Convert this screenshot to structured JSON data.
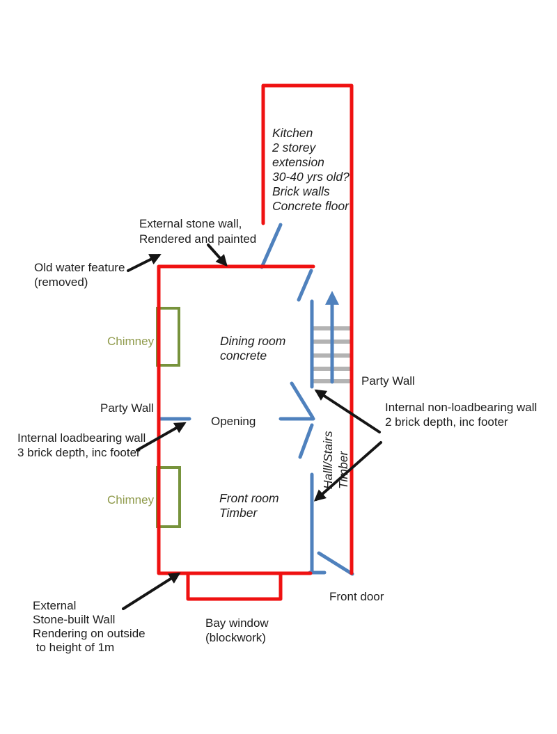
{
  "colors": {
    "background": "#ffffff",
    "wall_red": "#ef1111",
    "timber_blue": "#4f81bd",
    "chimney_green": "#77933c",
    "chimney_text": "#8f9a4b",
    "step_gray": "#b3b3b3",
    "arrow_black": "#151515",
    "text_black": "#1d1d1d"
  },
  "labels": {
    "kitchen_note": "Kitchen\n2 storey\nextension\n30-40 yrs old?\nBrick walls\nConcrete floor",
    "external_stone_wall": "External stone wall,\nRendered and painted",
    "old_water_feature": "Old water feature\n(removed)",
    "chimney_top": "Chimney",
    "chimney_bottom": "Chimney",
    "dining_room": "Dining room\nconcrete",
    "party_wall_left": "Party Wall",
    "party_wall_right": "Party Wall",
    "opening": "Opening",
    "internal_loadbearing": "Internal loadbearing wall\n3 brick depth, inc footer",
    "internal_nonloadbearing": "Internal non-loadbearing wall\n2 brick depth, inc footer",
    "hall_stairs": "Halll/Stairs\nTimber",
    "front_room": "Front room\nTimber",
    "front_door": "Front door",
    "external_stone_built": "External\nStone-built Wall\nRendering on outside\n to height of 1m",
    "bay_window": "Bay window\n(blockwork)"
  }
}
